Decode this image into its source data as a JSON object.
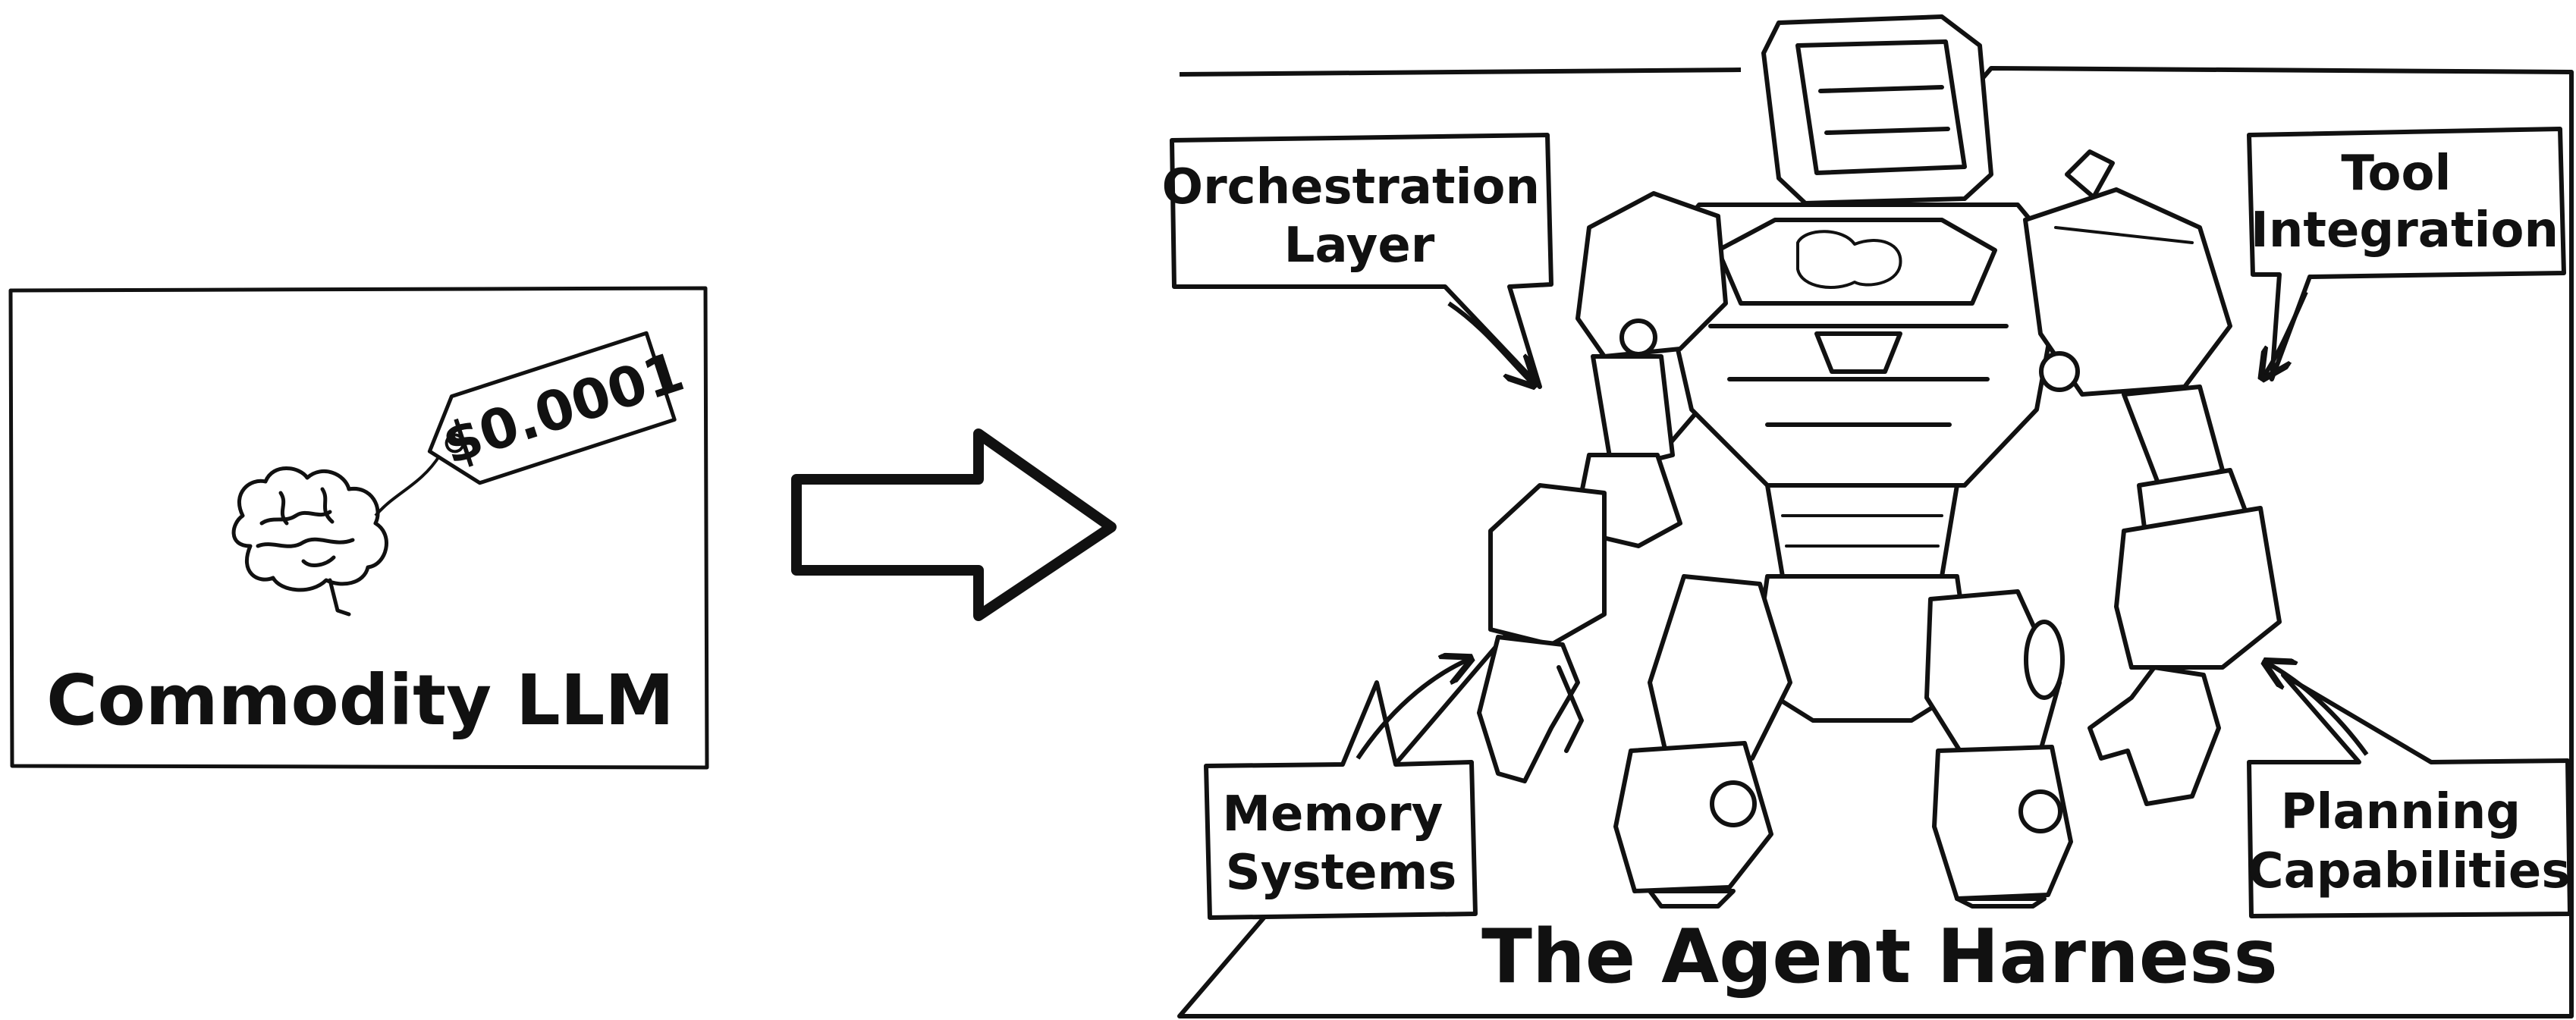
{
  "left_panel": {
    "price_tag": "$0.0001",
    "caption": "Commodity LLM",
    "icon": "brain-icon"
  },
  "arrow": {
    "icon": "right-arrow-icon"
  },
  "right_panel": {
    "caption": "The Agent Harness",
    "robot_icon": "robot-icon",
    "callouts": {
      "orchestration": [
        "Orchestration",
        "Layer"
      ],
      "tool": [
        "Tool",
        "Integration"
      ],
      "memory": [
        "Memory",
        "Systems"
      ],
      "planning": [
        "Planning",
        "Capabilities"
      ]
    }
  }
}
